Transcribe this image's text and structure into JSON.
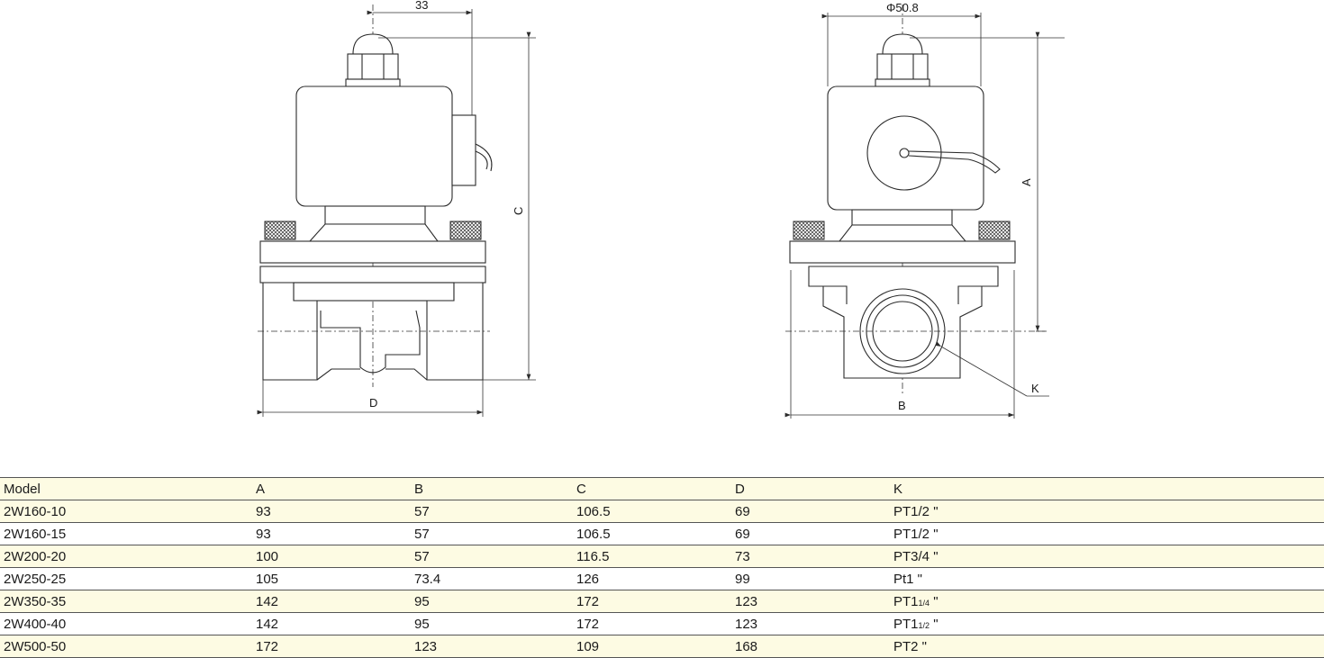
{
  "drawing": {
    "dim_33": "33",
    "dim_phi": "Φ50.8",
    "label_A": "A",
    "label_B": "B",
    "label_C": "C",
    "label_D": "D",
    "label_K": "K"
  },
  "table": {
    "headers": [
      "Model",
      "A",
      "B",
      "C",
      "D",
      "K"
    ],
    "rows": [
      {
        "model": "2W160-10",
        "a": "93",
        "b": "57",
        "c": "106.5",
        "d": "69",
        "k_main": "PT1/2",
        "k_sub": "",
        "k_tail": "\""
      },
      {
        "model": "2W160-15",
        "a": "93",
        "b": "57",
        "c": "106.5",
        "d": "69",
        "k_main": "PT1/2",
        "k_sub": "",
        "k_tail": "\""
      },
      {
        "model": "2W200-20",
        "a": "100",
        "b": "57",
        "c": "116.5",
        "d": "73",
        "k_main": "PT3/4",
        "k_sub": "",
        "k_tail": "\""
      },
      {
        "model": "2W250-25",
        "a": "105",
        "b": "73.4",
        "c": "126",
        "d": "99",
        "k_main": "Pt1",
        "k_sub": "",
        "k_tail": "\""
      },
      {
        "model": "2W350-35",
        "a": "142",
        "b": "95",
        "c": "172",
        "d": "123",
        "k_main": "PT1",
        "k_sub": "1/4",
        "k_tail": "\""
      },
      {
        "model": "2W400-40",
        "a": "142",
        "b": "95",
        "c": "172",
        "d": "123",
        "k_main": "PT1",
        "k_sub": "1/2",
        "k_tail": "\""
      },
      {
        "model": "2W500-50",
        "a": "172",
        "b": "123",
        "c": "109",
        "d": "168",
        "k_main": "PT2",
        "k_sub": "",
        "k_tail": "\""
      }
    ]
  }
}
